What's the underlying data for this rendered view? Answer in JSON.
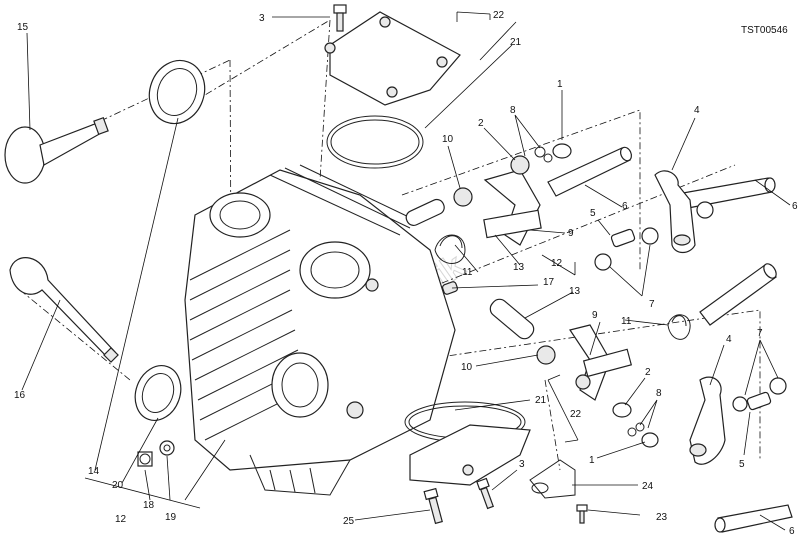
{
  "drawing_code": "TST00546",
  "watermark": "PartsRepublik",
  "callouts": [
    {
      "id": "c1a",
      "text": "1"
    },
    {
      "id": "c1b",
      "text": "1"
    },
    {
      "id": "c2a",
      "text": "2"
    },
    {
      "id": "c2b",
      "text": "2"
    },
    {
      "id": "c3a",
      "text": "3"
    },
    {
      "id": "c3b",
      "text": "3"
    },
    {
      "id": "c4a",
      "text": "4"
    },
    {
      "id": "c4b",
      "text": "4"
    },
    {
      "id": "c5a",
      "text": "5"
    },
    {
      "id": "c5b",
      "text": "5"
    },
    {
      "id": "c6a",
      "text": "6"
    },
    {
      "id": "c6b",
      "text": "6"
    },
    {
      "id": "c6c",
      "text": "6"
    },
    {
      "id": "c7a",
      "text": "7"
    },
    {
      "id": "c7b",
      "text": "7"
    },
    {
      "id": "c8a",
      "text": "8"
    },
    {
      "id": "c8b",
      "text": "8"
    },
    {
      "id": "c9a",
      "text": "9"
    },
    {
      "id": "c9b",
      "text": "9"
    },
    {
      "id": "c10a",
      "text": "10"
    },
    {
      "id": "c10b",
      "text": "10"
    },
    {
      "id": "c11a",
      "text": "11"
    },
    {
      "id": "c11b",
      "text": "11"
    },
    {
      "id": "c12a",
      "text": "12"
    },
    {
      "id": "c12b",
      "text": "12"
    },
    {
      "id": "c13a",
      "text": "13"
    },
    {
      "id": "c13b",
      "text": "13"
    },
    {
      "id": "c14",
      "text": "14"
    },
    {
      "id": "c15",
      "text": "15"
    },
    {
      "id": "c16",
      "text": "16"
    },
    {
      "id": "c17",
      "text": "17"
    },
    {
      "id": "c18",
      "text": "18"
    },
    {
      "id": "c19",
      "text": "19"
    },
    {
      "id": "c20",
      "text": "20"
    },
    {
      "id": "c21a",
      "text": "21"
    },
    {
      "id": "c21b",
      "text": "21"
    },
    {
      "id": "c22a",
      "text": "22"
    },
    {
      "id": "c22b",
      "text": "22"
    },
    {
      "id": "c23",
      "text": "23"
    },
    {
      "id": "c24",
      "text": "24"
    },
    {
      "id": "c25",
      "text": "25"
    }
  ]
}
